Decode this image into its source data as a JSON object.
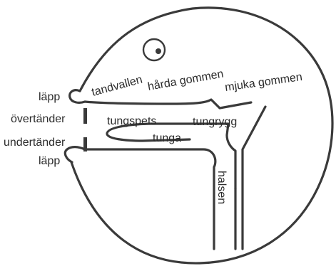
{
  "labels": {
    "lapp_upper": "läpp",
    "tandvallen": "tandvallen",
    "harda_gommen": "hårda gommen",
    "mjuka_gommen": "mjuka gommen",
    "overtander": "övertänder",
    "tungspets": "tungspets",
    "tungrygg": "tungrygg",
    "tunga": "tunga",
    "undertander": "undertänder",
    "lapp_lower": "läpp",
    "halsen": "halsen"
  },
  "colors": {
    "line": "#3a3a3a",
    "text": "#2b2b2b"
  }
}
